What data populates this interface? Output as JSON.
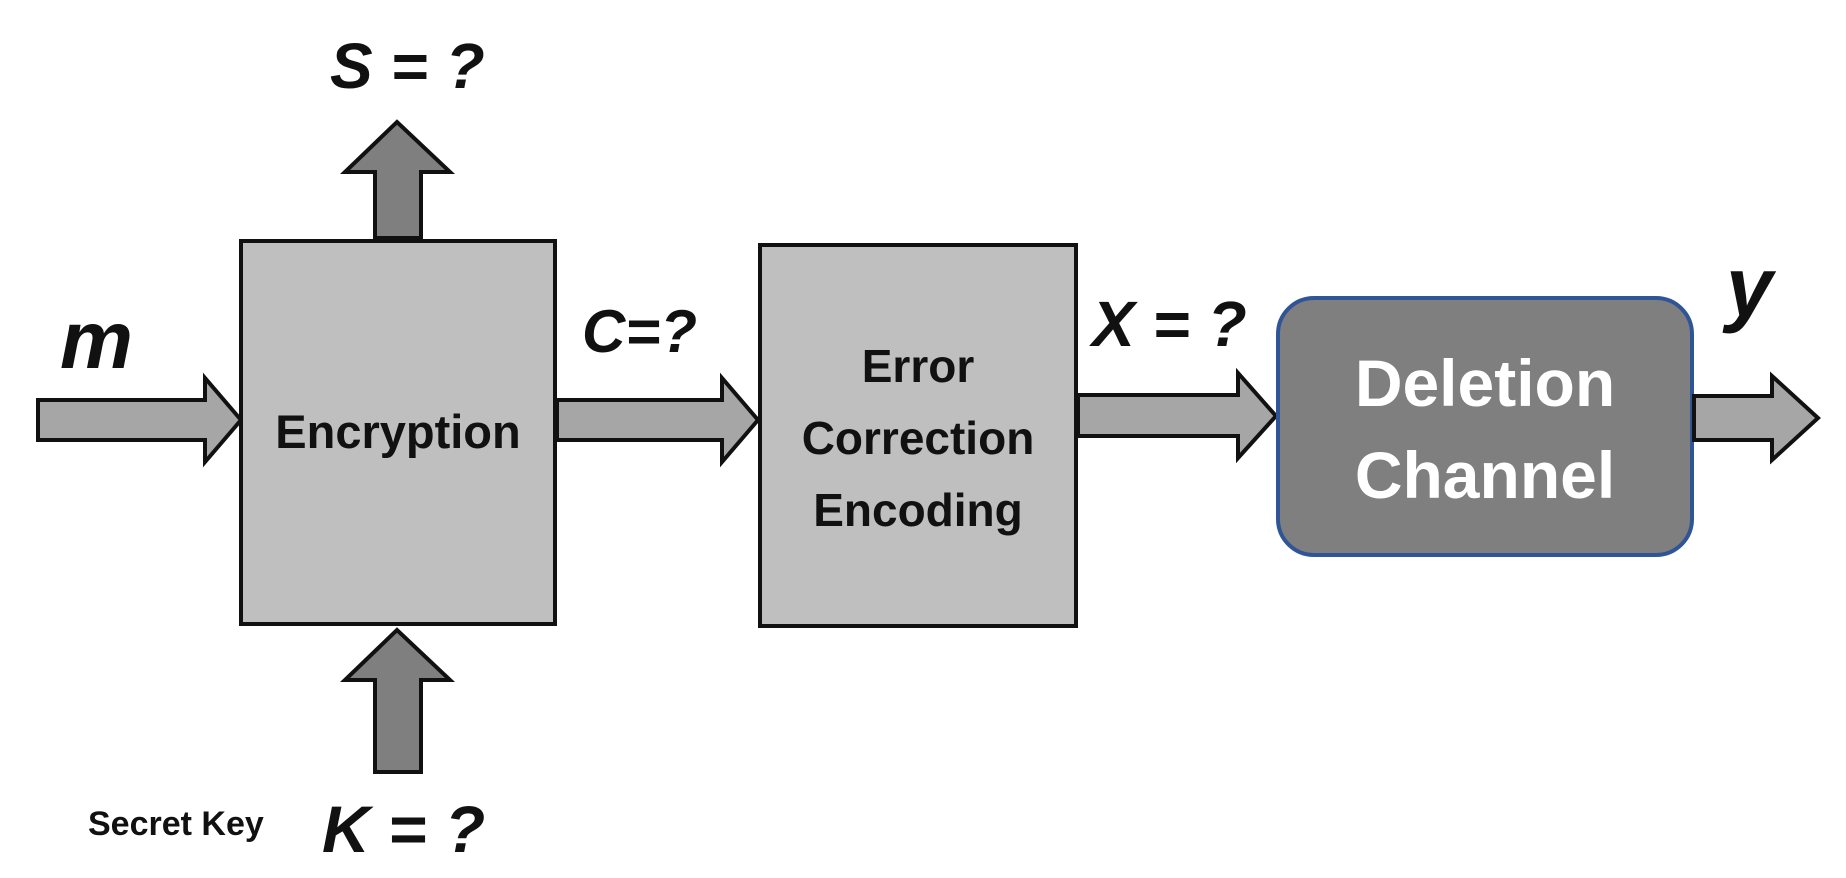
{
  "labels": {
    "input_m": "m",
    "side_s": "S = ?",
    "cipher_c": "C=?",
    "codeword_x": "X = ?",
    "output_y": "y",
    "key_k": "K = ?",
    "secret_key": "Secret Key"
  },
  "blocks": {
    "encryption": {
      "lines": [
        "Encryption"
      ]
    },
    "ecc": {
      "lines": [
        "Error",
        "Correction",
        "Encoding"
      ]
    },
    "channel": {
      "lines": [
        "Deletion",
        "Channel"
      ]
    }
  },
  "colors": {
    "box_fill": "#bfbfbf",
    "box_stroke": "#111111",
    "arrow_light": "#a6a6a6",
    "arrow_dark": "#7f7f7f",
    "channel_fill": "#7f7f7f",
    "channel_stroke": "#2f5597",
    "channel_text": "#ffffff"
  }
}
